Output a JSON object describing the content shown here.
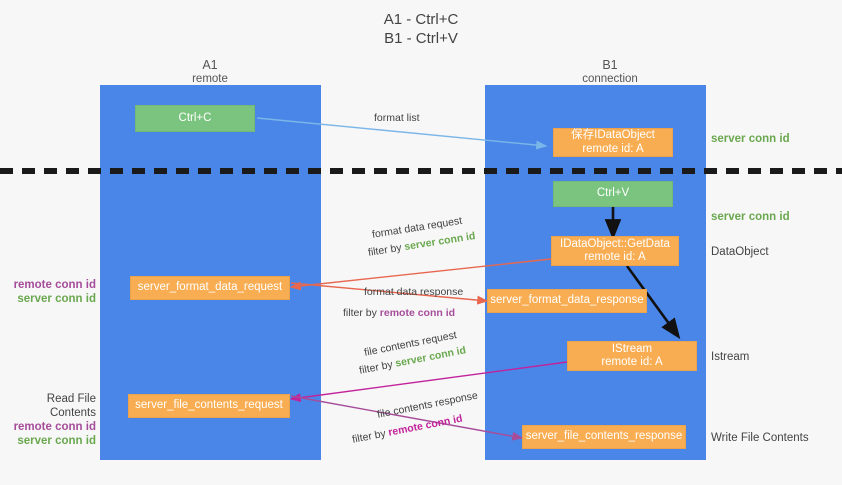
{
  "title": {
    "line1": "A1 - Ctrl+C",
    "line2": "B1 - Ctrl+V"
  },
  "columns": [
    {
      "name": "A1",
      "subtitle": "remote"
    },
    {
      "name": "B1",
      "subtitle": "connection"
    }
  ],
  "colors": {
    "lane": "#4a86e8",
    "green_node": "#7bc47f",
    "orange_node": "#f9ad52",
    "server_conn_id": "#6aa84f",
    "remote_conn_id": "#a64d9a",
    "format_arrow": "#7ab6e8",
    "data_arrow": "#e8674f",
    "stream_arrow": "#c2239b",
    "file_arrow": "#a64d9a",
    "divider": "#1a1a1a"
  },
  "nodes": {
    "ctrl_c": {
      "line1": "Ctrl+C",
      "line2": ""
    },
    "idataobject": {
      "line1": "保存IDataObject",
      "line2": "remote id: A"
    },
    "ctrl_v": {
      "line1": "Ctrl+V",
      "line2": ""
    },
    "getdata": {
      "line1": "IDataObject::GetData",
      "line2": "remote id: A"
    },
    "fmt_req": {
      "line1": "server_format_data_request",
      "line2": ""
    },
    "fmt_resp": {
      "line1": "server_format_data_response",
      "line2": ""
    },
    "istream": {
      "line1": "IStream",
      "line2": "remote id: A"
    },
    "file_req": {
      "line1": "server_file_contents_request",
      "line2": ""
    },
    "file_resp": {
      "line1": "server_file_contents_response",
      "line2": ""
    }
  },
  "side_labels": {
    "server_conn_id_top": "server conn id",
    "server_conn_id_mid": "server conn id",
    "dataobject": "DataObject",
    "istream": "Istream",
    "write_file_contents": "Write File Contents"
  },
  "left_labels": {
    "format_group": {
      "remote": "remote conn id",
      "server": "server conn id"
    },
    "file_group": {
      "title": "Read File Contents",
      "remote": "remote conn id",
      "server": "server conn id"
    }
  },
  "annotations": {
    "format_list": "format list",
    "format_data_request": "format data request",
    "format_data_request_filter_prefix": "filter by ",
    "format_data_request_filter_value": "server conn id",
    "format_data_response": "format data response",
    "format_data_response_filter_prefix": "filter by ",
    "format_data_response_filter_value": "remote conn id",
    "file_contents_request": "file contents request",
    "file_contents_request_filter_prefix": "filter by ",
    "file_contents_request_filter_value": "server conn id",
    "file_contents_response": "file contents response",
    "file_contents_response_filter_prefix": "filter by ",
    "file_contents_response_filter_value": "remote conn id"
  }
}
